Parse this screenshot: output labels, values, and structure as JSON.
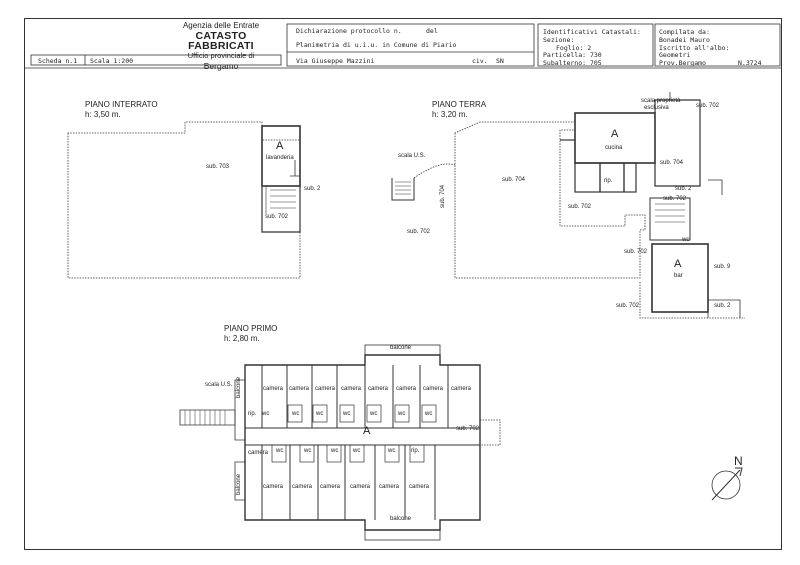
{
  "header": {
    "agency": {
      "line1": "Agenzia delle Entrate",
      "line2": "CATASTO FABBRICATI",
      "line3": "Ufficio provinciale di",
      "line4": "Bergamo"
    },
    "scheda": "Scheda n.1",
    "scala": "Scala 1:200",
    "dichiarazione": "Dichiarazione protocollo n.",
    "del": "del",
    "planimetria": "Planimetria di u.i.u. in Comune di Piario",
    "via": "Via Giuseppe Mazzini",
    "civ": "civ.",
    "civ_value": "SN",
    "ident_title": "Identificativi Catastali:",
    "sezione": "Sezione:",
    "foglio": "Foglio: 2",
    "particella": "Particella: 730",
    "subalterno": "Subalterno: 705",
    "compilata": "Compilata da:",
    "compilatore": "Bonadei Mauro",
    "iscritto": "Iscritto all'albo:",
    "albo": "Geometri",
    "prov": "Prov.Bergamo",
    "numero": "N.3724"
  },
  "plans": {
    "interrato": {
      "title": "PIANO INTERRATO",
      "height": "h: 3,50 m.",
      "unit": "A",
      "room": "lavanderia",
      "sub703": "sub. 703",
      "sub2": "sub. 2",
      "sub702": "sub. 702"
    },
    "terra": {
      "title": "PIANO TERRA",
      "height": "h: 3,20 m.",
      "scala_us": "scala U.S.",
      "scala_prop1": "scala proprietà",
      "scala_prop2": "esclusiva",
      "unit_a1": "A",
      "cucina": "cucina",
      "rip": "rip.",
      "wc": "wc",
      "unit_a2": "A",
      "bar": "bar",
      "sub704_a": "sub. 704",
      "sub704_b": "sub. 704",
      "sub704_c": "sub. 704",
      "sub702_a": "sub. 702",
      "sub702_b": "sub. 702",
      "sub702_c": "sub. 702",
      "sub702_d": "sub. 702",
      "sub702_e": "sub. 702",
      "sub702_f": "sub. 702",
      "sub2_a": "sub. 2",
      "sub2_b": "sub. 2",
      "sub9": "sub. 9"
    },
    "primo": {
      "title": "PIANO PRIMO",
      "height": "h: 2,80 m.",
      "scala_us": "scala U.S.",
      "balcone_top": "balcone",
      "balcone_bottom": "balcone",
      "balcone_left1": "balcone",
      "balcone_left2": "balcone",
      "unit": "A",
      "camera": "camera",
      "wc": "wc",
      "rip": "rip.",
      "sub702": "sub. 702"
    },
    "north": "N"
  }
}
